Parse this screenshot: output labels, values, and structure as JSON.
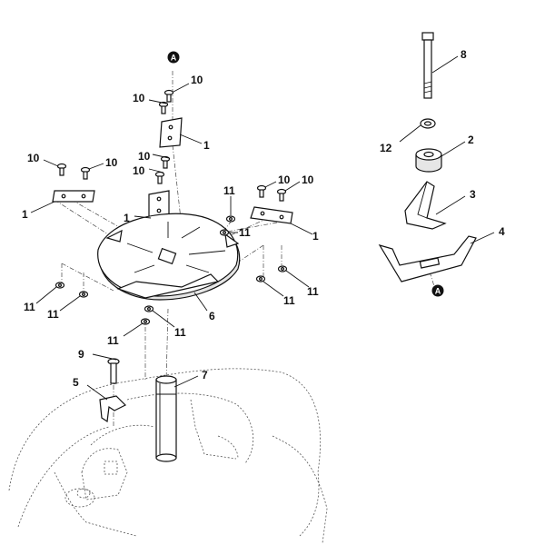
{
  "diagram": {
    "callouts": {
      "a_top": "A",
      "a_right": "A"
    },
    "labels": {
      "l1a": "1",
      "l1b": "1",
      "l1c": "1",
      "l1d": "1",
      "l2": "2",
      "l3": "3",
      "l4": "4",
      "l5": "5",
      "l6": "6",
      "l7": "7",
      "l8": "8",
      "l9": "9",
      "l10a": "10",
      "l10b": "10",
      "l10c": "10",
      "l10d": "10",
      "l10e": "10",
      "l10f": "10",
      "l10g": "10",
      "l10h": "10",
      "l11a": "11",
      "l11b": "11",
      "l11c": "11",
      "l11d": "11",
      "l11e": "11",
      "l11f": "11",
      "l11g": "11",
      "l11h": "11",
      "l12": "12"
    }
  }
}
